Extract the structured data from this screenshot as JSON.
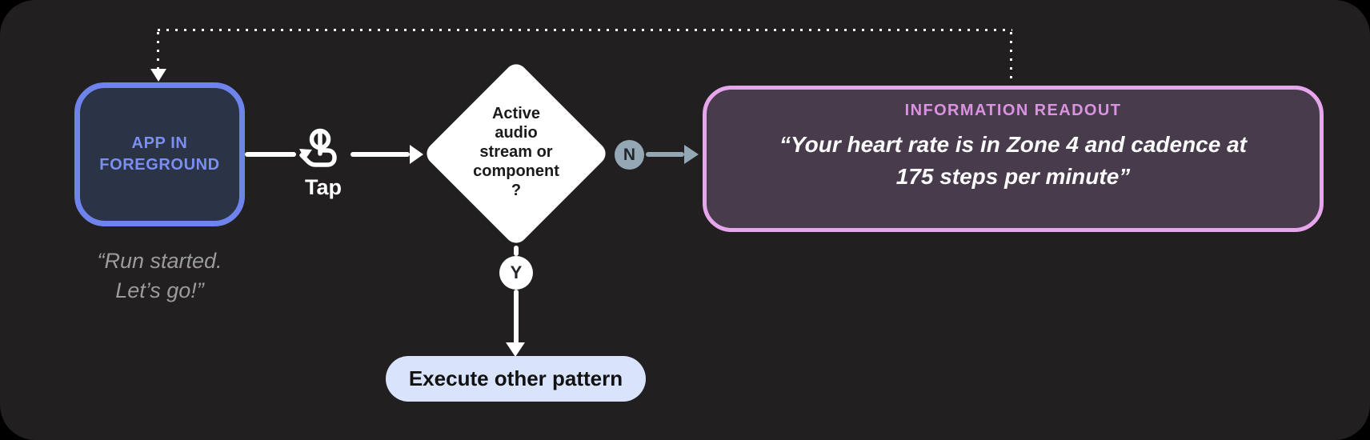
{
  "colors": {
    "page_bg": "#000000",
    "card_bg": "#211f20",
    "app_border": "#6e83ec",
    "app_fill": "#2b3346",
    "app_text": "#7b8ff2",
    "caption_text": "#9b9b9b",
    "connector_white": "#ffffff",
    "diamond_fill": "#ffffff",
    "diamond_text": "#1a1a1a",
    "no_branch": "#93a7b4",
    "badge_letter_dark": "#22272b",
    "readout_border": "#e6a6ec",
    "readout_fill": "#483c4c",
    "readout_title": "#da92e1",
    "readout_text": "#fafafa",
    "execute_fill": "#d9e3fb",
    "execute_text": "#121212"
  },
  "flow": {
    "app_node": {
      "label": "APP IN\nFOREGROUND",
      "caption": "“Run started.\nLet’s go!”"
    },
    "tap_step": {
      "icon": "tap-gesture-icon",
      "label": "Tap"
    },
    "decision": {
      "question": "Active\naudio\nstream or\ncomponent\n?"
    },
    "branches": {
      "no_label": "N",
      "yes_label": "Y"
    },
    "readout_node": {
      "title": "INFORMATION READOUT",
      "quote": "“Your heart rate is in Zone 4 and cadence at\n175 steps per minute”"
    },
    "execute_node": {
      "label": "Execute other pattern"
    }
  }
}
